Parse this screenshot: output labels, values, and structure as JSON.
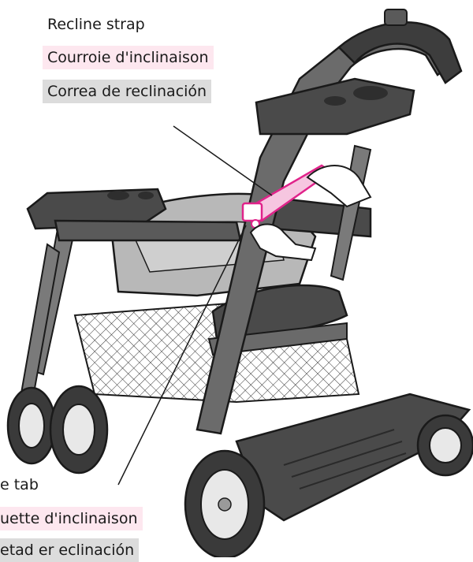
{
  "labels": {
    "recline_strap": {
      "en": "Recline strap",
      "fr": "Courroie d'inclinaison",
      "es": "Correa de reclinación"
    },
    "recline_tab": {
      "en": "e tab",
      "fr": "uette d'inclinaison",
      "es": "etad er eclinación"
    }
  },
  "colors": {
    "highlight": "#e0238a",
    "stroke": "#1a1a1a",
    "frame": "#6b6b6b",
    "tray": "#4a4a4a",
    "seat": "#a9a9a9",
    "fr_bg": "#fde7ef",
    "es_bg": "#dcdcdc"
  }
}
